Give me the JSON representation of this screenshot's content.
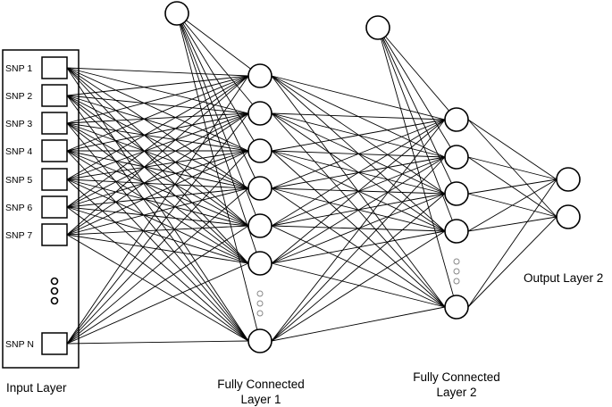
{
  "inputs": [
    "SNP 1",
    "SNP 2",
    "SNP 3",
    "SNP 4",
    "SNP 5",
    "SNP 6",
    "SNP 7",
    "SNP N"
  ],
  "labels": {
    "input_layer": "Input Layer",
    "fc1_line1": "Fully Connected",
    "fc1_line2": "Layer 1",
    "fc2_line1": "Fully Connected",
    "fc2_line2": "Layer 2",
    "output_layer": "Output Layer 2"
  }
}
